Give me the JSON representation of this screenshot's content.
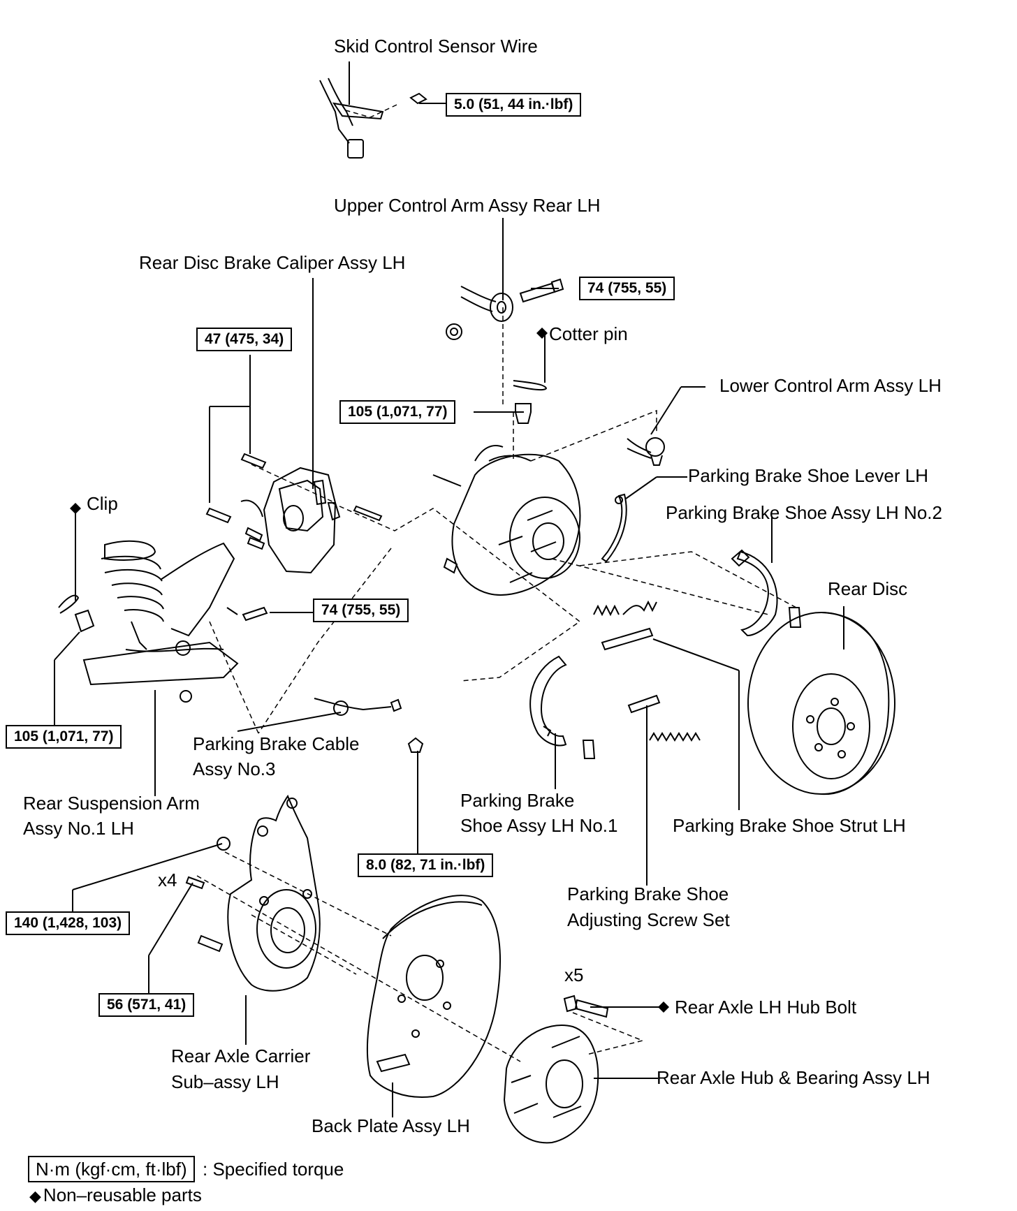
{
  "labels": {
    "skid_sensor_wire": "Skid Control Sensor Wire",
    "upper_control_arm": "Upper Control Arm Assy Rear LH",
    "rear_caliper": "Rear Disc Brake Caliper Assy LH",
    "cotter_pin": "Cotter pin",
    "lower_control_arm": "Lower Control Arm Assy LH",
    "pb_shoe_lever": "Parking Brake Shoe Lever LH",
    "pb_shoe_no2": "Parking Brake Shoe Assy LH No.2",
    "clip": "Clip",
    "rear_disc": "Rear Disc",
    "pb_cable_1": "Parking Brake Cable",
    "pb_cable_2": "Assy No.3",
    "rear_susp_arm_1": "Rear Suspension Arm",
    "rear_susp_arm_2": "Assy No.1 LH",
    "pb_shoe_no1_1": "Parking Brake",
    "pb_shoe_no1_2": "Shoe Assy LH No.1",
    "pb_strut": "Parking Brake Shoe Strut LH",
    "pb_adj_1": "Parking  Brake  Shoe",
    "pb_adj_2": "Adjusting Screw Set",
    "x4": "x4",
    "x5": "x5",
    "hub_bolt": "Rear Axle LH Hub Bolt",
    "hub_bearing": "Rear Axle Hub & Bearing Assy LH",
    "carrier_1": "Rear Axle Carrier",
    "carrier_2": "Sub–assy LH",
    "back_plate": "Back Plate Assy LH"
  },
  "torques": {
    "sensor_bolt": "5.0 (51, 44 in.·lbf)",
    "upper_arm_bolt": "74 (755, 55)",
    "caliper_bolts": "47 (475, 34)",
    "ball_joint_nut": "105 (1,071, 77)",
    "susp_bolt": "74 (755, 55)",
    "susp_nut": "105 (1,071, 77)",
    "cable_bolt": "8.0 (82, 71 in.·lbf)",
    "carrier_nut": "140 (1,428, 103)",
    "carrier_bolts": "56 (571, 41)"
  },
  "legend": {
    "torque_box": "N·m (kgf·cm, ft·lbf)",
    "torque_text": ": Specified torque",
    "nonreusable": "Non–reusable parts"
  }
}
